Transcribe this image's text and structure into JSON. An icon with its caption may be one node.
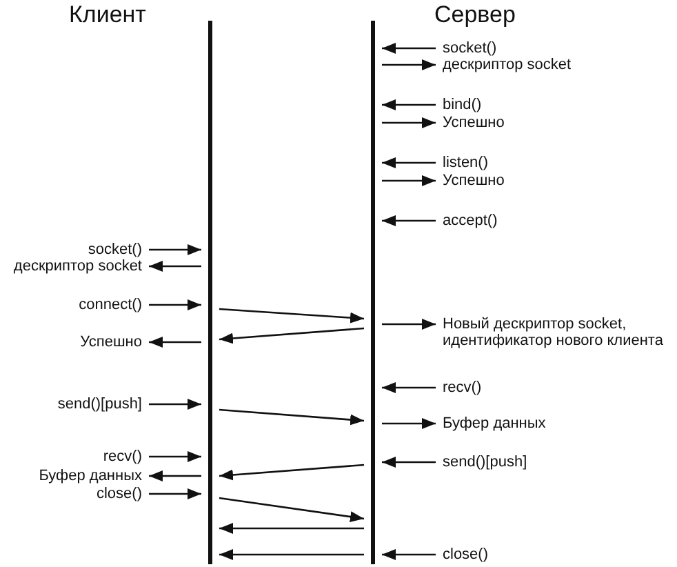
{
  "diagram": {
    "nodes": [
      {
        "text": [],
        "shape": "bar"
      },
      {
        "text": [],
        "shape": "bar"
      },
      {
        "text": [
          "socket()"
        ]
      },
      {
        "text": [
          "дескриптор socket"
        ]
      },
      {
        "text": [
          "bind()"
        ]
      },
      {
        "text": [
          "Успешно"
        ]
      },
      {
        "text": [
          "listen()"
        ]
      },
      {
        "text": [
          "Успешно"
        ]
      },
      {
        "text": [
          "accept()"
        ]
      },
      {
        "text": [
          "socket()"
        ]
      },
      {
        "text": [
          "дескриптор socket"
        ]
      },
      {
        "text": [
          "connect()"
        ]
      },
      {
        "text": [
          "Новый дескриптор socket, идентификатор нового клиента"
        ]
      },
      {
        "text": [
          "Успешно"
        ]
      },
      {
        "text": [
          "recv()"
        ]
      },
      {
        "text": [
          "send()[push]"
        ]
      },
      {
        "text": [
          "Буфер данных"
        ]
      },
      {
        "text": [
          "recv()"
        ]
      },
      {
        "text": [
          "send()[push]"
        ]
      },
      {
        "text": [
          "Буфер данных"
        ]
      },
      {
        "text": [
          "close()"
        ]
      },
      {
        "text": [
          "close()"
        ]
      }
    ],
    "edges": [
      {
        "from": 2,
        "to": 1,
        "arrow": "to"
      },
      {
        "from": 1,
        "to": 3,
        "arrow": "to"
      },
      {
        "from": 4,
        "to": 1,
        "arrow": "to"
      },
      {
        "from": 1,
        "to": 5,
        "arrow": "to"
      },
      {
        "from": 6,
        "to": 1,
        "arrow": "to"
      },
      {
        "from": 1,
        "to": 7,
        "arrow": "to"
      },
      {
        "from": 8,
        "to": 1,
        "arrow": "to"
      },
      {
        "from": 9,
        "to": 0,
        "arrow": "to"
      },
      {
        "from": 0,
        "to": 10,
        "arrow": "to"
      },
      {
        "from": 11,
        "to": 0,
        "arrow": "to"
      },
      {
        "from": 0,
        "to": 1,
        "arrow": "to"
      },
      {
        "from": 1,
        "to": 12,
        "arrow": "to"
      },
      {
        "from": 1,
        "to": 0,
        "arrow": "to"
      },
      {
        "from": 0,
        "to": 13,
        "arrow": "to"
      },
      {
        "from": 14,
        "to": 1,
        "arrow": "to"
      },
      {
        "from": 15,
        "to": 0,
        "arrow": "to"
      },
      {
        "from": 0,
        "to": 1,
        "arrow": "to"
      },
      {
        "from": 1,
        "to": 16,
        "arrow": "to"
      },
      {
        "from": 17,
        "to": 0,
        "arrow": "to"
      },
      {
        "from": 18,
        "to": 1,
        "arrow": "to"
      },
      {
        "from": 1,
        "to": 0,
        "arrow": "to"
      },
      {
        "from": 0,
        "to": 19,
        "arrow": "to"
      },
      {
        "from": 20,
        "to": 0,
        "arrow": "to"
      },
      {
        "from": 0,
        "to": 1,
        "arrow": "to"
      },
      {
        "from": 1,
        "to": 0,
        "arrow": "to"
      },
      {
        "from": 21,
        "to": 1,
        "arrow": "to"
      },
      {
        "from": 1,
        "to": 0,
        "arrow": "to"
      }
    ],
    "labels": [
      "Клиент",
      "Сервер"
    ]
  }
}
